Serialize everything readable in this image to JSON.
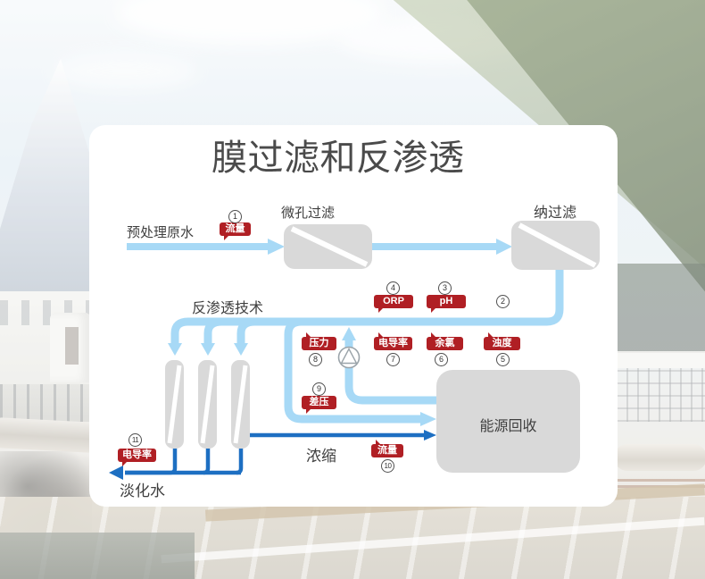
{
  "title": "膜过滤和反渗透",
  "flow": {
    "feed_label": "预处理原水",
    "microfiltration_label": "微孔过滤",
    "nanofiltration_label": "纳过滤",
    "ro_label": "反渗透技术",
    "energy_recovery_label": "能源回收",
    "concentrate_label": "浓缩",
    "permeate_label": "淡化水"
  },
  "sensors": [
    {
      "number": "1",
      "label": "流量"
    },
    {
      "number": "2",
      "label": ""
    },
    {
      "number": "3",
      "label": "pH"
    },
    {
      "number": "4",
      "label": "ORP"
    },
    {
      "number": "5",
      "label": "浊度"
    },
    {
      "number": "6",
      "label": "余氯"
    },
    {
      "number": "7",
      "label": "电导率"
    },
    {
      "number": "8",
      "label": "压力"
    },
    {
      "number": "9",
      "label": "差压"
    },
    {
      "number": "10",
      "label": "流量"
    },
    {
      "number": "11",
      "label": "电导率"
    }
  ],
  "colors": {
    "badge_red": "#b01f24",
    "pipe_light_blue": "#a7d9f6",
    "pipe_dark_blue": "#1d6fc2",
    "equipment_gray": "#d9d9d9",
    "card_white": "#ffffff",
    "text_dark": "#3f3f3f"
  }
}
